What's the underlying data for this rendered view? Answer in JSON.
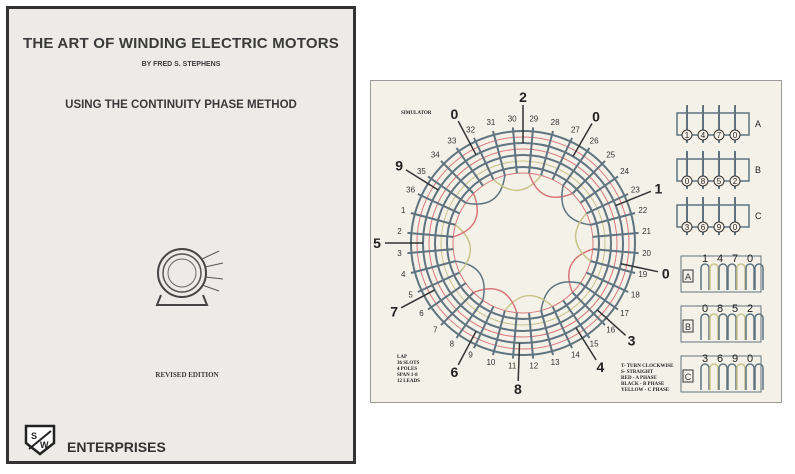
{
  "cover": {
    "title": "THE ART OF WINDING ELECTRIC MOTORS",
    "author": "BY FRED S. STEPHENS",
    "subtitle": "USING THE CONTINUITY PHASE METHOD",
    "edition": "REVISED EDITION",
    "logo_text": "S/W",
    "publisher": "ENTERPRISES"
  },
  "diagram": {
    "label": "SIMULATOR",
    "slots": [
      "1",
      "2",
      "3",
      "4",
      "5",
      "6",
      "7",
      "8",
      "9",
      "10",
      "11",
      "12",
      "13",
      "14",
      "15",
      "16",
      "17",
      "18",
      "19",
      "20",
      "21",
      "22",
      "23",
      "24",
      "25",
      "26",
      "27",
      "28",
      "29",
      "30",
      "31",
      "32",
      "33",
      "34",
      "35",
      "36"
    ],
    "leads": [
      {
        "text": "2",
        "angle": -90
      },
      {
        "text": "0",
        "angle": -60
      },
      {
        "text": "1",
        "angle": -22
      },
      {
        "text": "0",
        "angle": 12
      },
      {
        "text": "3",
        "angle": 42
      },
      {
        "text": "4",
        "angle": 58
      },
      {
        "text": "8",
        "angle": 92
      },
      {
        "text": "6",
        "angle": 118
      },
      {
        "text": "7",
        "angle": 152
      },
      {
        "text": "5",
        "angle": 180
      },
      {
        "text": "9",
        "angle": -148
      },
      {
        "text": "0",
        "angle": -118
      }
    ],
    "legend_left": [
      "LAP",
      "36 SLOTS",
      "4 POLES",
      "SPAN 1-8",
      "12 LEADS"
    ],
    "legend_right": [
      "T- TURN CLOCKWISE",
      "S- STRAIGHT",
      "RED    - A PHASE",
      "BLACK  - B PHASE",
      "YELLOW - C PHASE"
    ],
    "top_groups": [
      {
        "phase": "A",
        "nums": [
          "1",
          "4",
          "7",
          "0"
        ]
      },
      {
        "phase": "B",
        "nums": [
          "0",
          "8",
          "5",
          "2"
        ]
      },
      {
        "phase": "C",
        "nums": [
          "3",
          "6",
          "9",
          "0"
        ]
      }
    ],
    "bottom_groups": [
      {
        "phase": "A",
        "nums": [
          "1",
          "4",
          "7",
          "0"
        ]
      },
      {
        "phase": "B",
        "nums": [
          "0",
          "8",
          "5",
          "2"
        ]
      },
      {
        "phase": "C",
        "nums": [
          "3",
          "6",
          "9",
          "0"
        ]
      }
    ],
    "colors": {
      "a": "#d9777a",
      "b": "#5f7480",
      "c": "#c9c48a"
    }
  }
}
